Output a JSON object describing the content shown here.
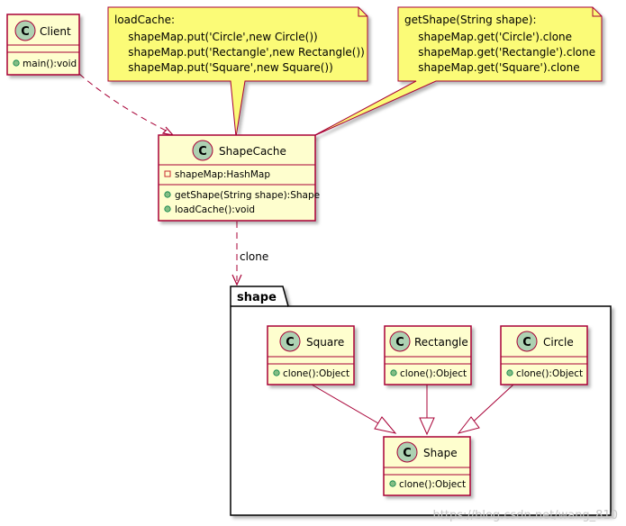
{
  "classes": {
    "client": {
      "name": "Client",
      "stereotype": "C",
      "methods": [
        "main():void"
      ]
    },
    "shape_cache": {
      "name": "ShapeCache",
      "stereotype": "C",
      "fields": [
        "shapeMap:HashMap"
      ],
      "methods": [
        "getShape(String shape):Shape",
        "loadCache():void"
      ]
    },
    "square": {
      "name": "Square",
      "stereotype": "C",
      "methods": [
        "clone():Object"
      ]
    },
    "rectangle": {
      "name": "Rectangle",
      "stereotype": "C",
      "methods": [
        "clone():Object"
      ]
    },
    "circle": {
      "name": "Circle",
      "stereotype": "C",
      "methods": [
        "clone():Object"
      ]
    },
    "shape": {
      "name": "Shape",
      "stereotype": "C",
      "methods": [
        "clone():Object"
      ]
    }
  },
  "package": {
    "name": "shape"
  },
  "notes": {
    "load_cache": {
      "lines": [
        "loadCache:",
        "    shapeMap.put('Circle',new Circle())",
        "    shapeMap.put('Rectangle',new Rectangle())",
        "    shapeMap.put('Square',new Square())"
      ]
    },
    "get_shape": {
      "lines": [
        "getShape(String shape):",
        "    shapeMap.get('Circle').clone",
        "    shapeMap.get('Rectangle').clone",
        "    shapeMap.get('Square').clone"
      ]
    }
  },
  "relations": {
    "clone_label": "clone"
  },
  "watermark": "https://blog.csdn.net/wang_810",
  "colors": {
    "class_fill": "#FEFECE",
    "class_border": "#A80036",
    "class_circle": "#ADD1B2",
    "note_fill": "#FBFB77",
    "public_icon": "#84BE84",
    "private_icon": "#C82930",
    "package_fill": "#FFFFFF"
  }
}
